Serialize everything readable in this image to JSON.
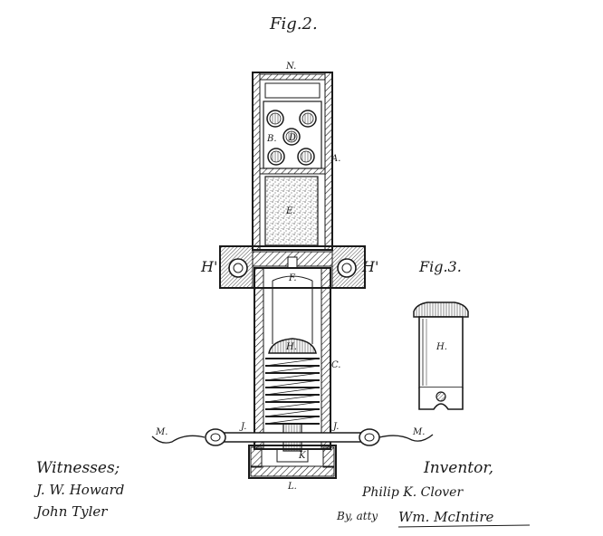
{
  "figures": {
    "fig2_title": "Fig.2.",
    "fig3_title": "Fig.3."
  },
  "labels": {
    "N": "N.",
    "B": "B.",
    "D": "D",
    "A": "A.",
    "E": "E.",
    "H_left": "H'",
    "H_right": "H'",
    "F": "F.",
    "C": "C.",
    "H_spring": "H.",
    "H_fig3": "H.",
    "M_left": "M.",
    "M_right": "M.",
    "J_left": "J.",
    "J_right": "J.",
    "K": "K",
    "L": "L."
  },
  "signatures": {
    "witnesses_heading": "Witnesses;",
    "witness_1": "J. W. Howard",
    "witness_2": "John Tyler",
    "inventor_heading": "Inventor,",
    "inventor_name": "Philip K. Clover",
    "attorney_prefix": "By, atty",
    "attorney_name": "Wm. McIntire"
  },
  "colors": {
    "ink": "#1a1a1a",
    "paper": "#ffffff"
  }
}
